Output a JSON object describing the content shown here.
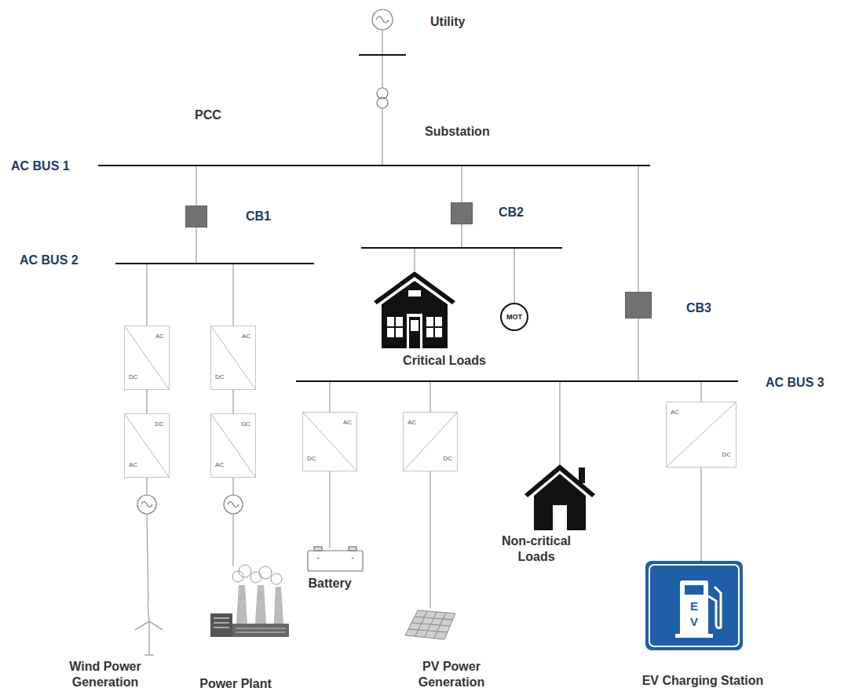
{
  "diagram": {
    "nodes": [
      {
        "text": [
          "CB1"
        ]
      },
      {
        "text": [
          "CB2"
        ]
      },
      {
        "text": [
          "CB3"
        ]
      },
      {
        "text": [
          "MOT"
        ]
      },
      {
        "text": [
          "AC",
          "DC"
        ]
      },
      {
        "text": [
          "DC",
          "AC"
        ]
      },
      {
        "text": [
          "AC",
          "DC"
        ]
      },
      {
        "text": [
          "DC",
          "AC"
        ]
      },
      {
        "text": [
          "AC",
          "DC"
        ]
      },
      {
        "text": [
          "AC",
          "DC"
        ]
      },
      {
        "text": [
          "AC",
          "DC"
        ]
      }
    ],
    "edges": [
      {
        "from": 4,
        "to": 5,
        "arrow": "none"
      },
      {
        "from": 6,
        "to": 7,
        "arrow": "none"
      }
    ],
    "labels": [
      "Utility",
      "PCC",
      "Substation",
      "AC BUS 1",
      "AC BUS 2",
      "Critical Loads",
      "AC BUS 3",
      "Wind Power Generation",
      "Power Plant",
      "Battery",
      "PV Power Generation",
      "Non-critical Loads",
      "EV Charging Station",
      "E",
      "V",
      "-",
      "-"
    ]
  }
}
